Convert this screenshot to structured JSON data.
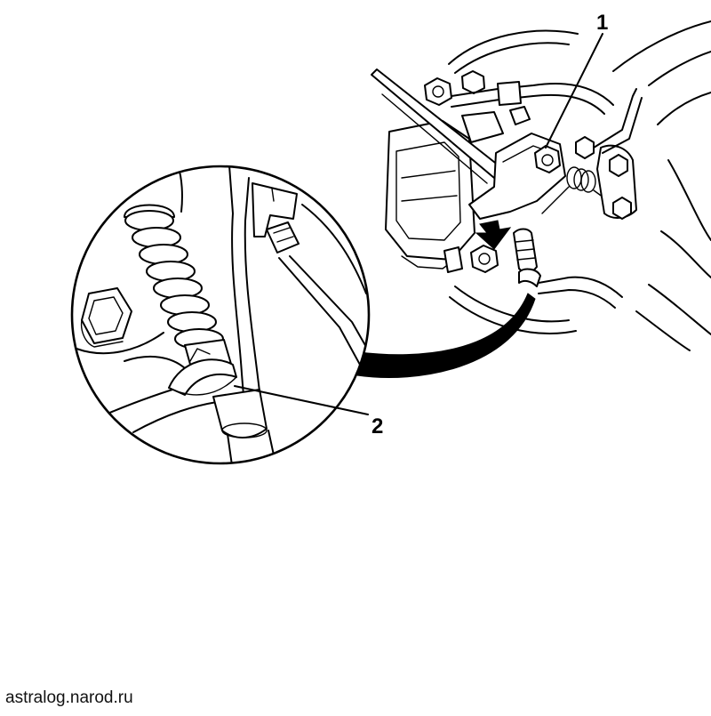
{
  "callouts": {
    "one": "1",
    "two": "2"
  },
  "watermark": "astralog.narod.ru"
}
